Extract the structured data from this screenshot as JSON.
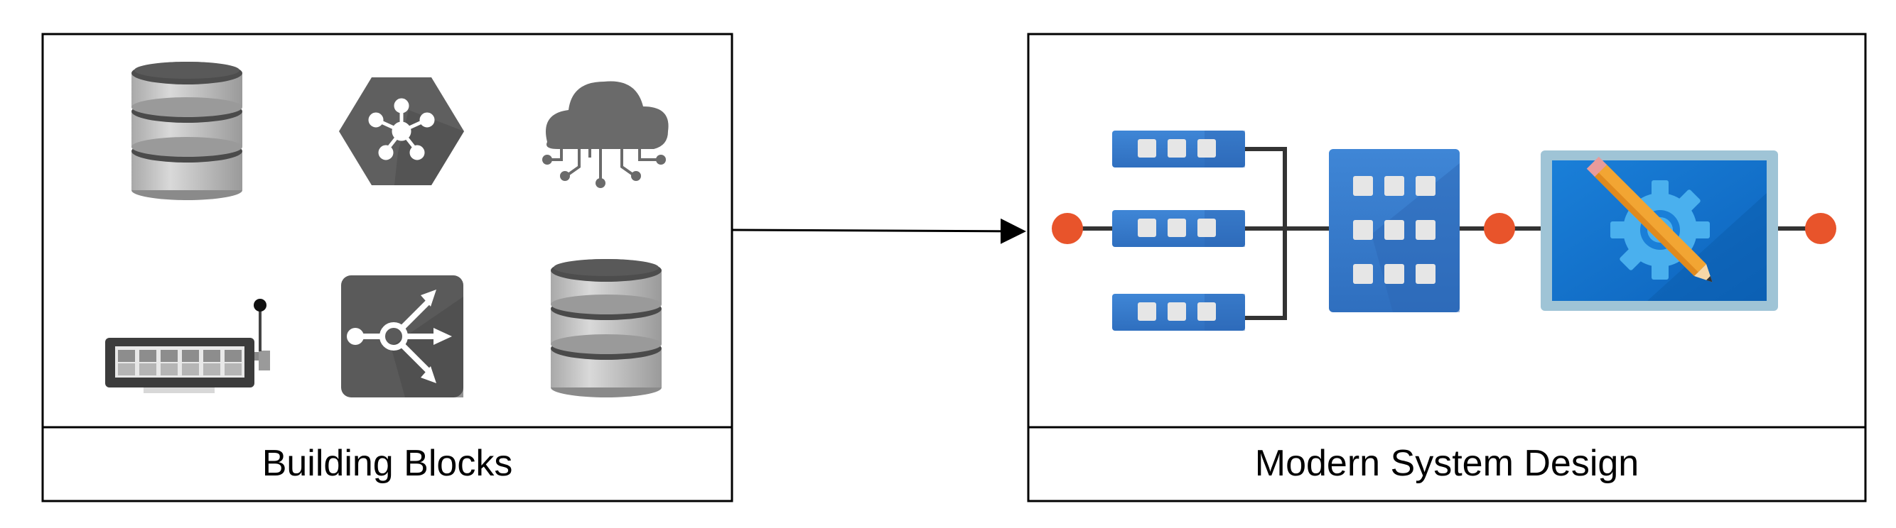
{
  "diagram": {
    "left_panel": {
      "label": "Building Blocks",
      "icons": [
        "database-icon",
        "hub-network-icon",
        "cloud-network-icon",
        "load-generator-icon",
        "load-balancer-icon",
        "database-icon"
      ]
    },
    "right_panel": {
      "label": "Modern System Design",
      "icons": [
        "queue-icon",
        "queue-icon",
        "queue-icon",
        "server-rack-icon",
        "design-settings-icon"
      ]
    },
    "connector": "arrow from Building Blocks to Modern System Design",
    "colors": {
      "border": "#000000",
      "icon_gray_dark": "#555555",
      "icon_gray_light": "#bdbdbd",
      "blue": "#3a7fd0",
      "blue_light": "#4aa6e8",
      "node_orange": "#e8542b",
      "line_dark": "#333333"
    }
  }
}
